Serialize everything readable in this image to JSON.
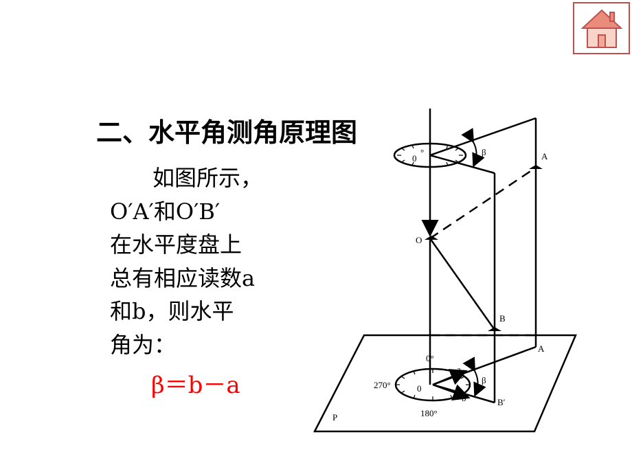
{
  "page": {
    "title": "二、水平角测角原理图",
    "body_lines": [
      "如图所示，",
      "O′A′和O′B′",
      "在水平度盘上",
      "总有相应读数a",
      "和b，则水平",
      "角为："
    ],
    "formula": "β＝b－a"
  },
  "diagram": {
    "top_circle_center": "0",
    "top_circle_degree": "°",
    "top_angle": "β",
    "upper_point_a": "A",
    "middle_point_o": "O",
    "upper_point_b": "B",
    "lower_point_a": "A",
    "lower_point_b": "B′",
    "bottom_zero": "0°",
    "bottom_center": "0",
    "bottom_270": "270°",
    "bottom_180": "180°",
    "bottom_a": "a",
    "bottom_b": "b",
    "bottom_angle": "β",
    "plane": "P"
  },
  "colors": {
    "formula": "#ff0000",
    "home_border": "#c0504d",
    "home_roof": "#e98c7c",
    "home_body": "#f8d4c8",
    "home_stroke": "#c0504d"
  }
}
